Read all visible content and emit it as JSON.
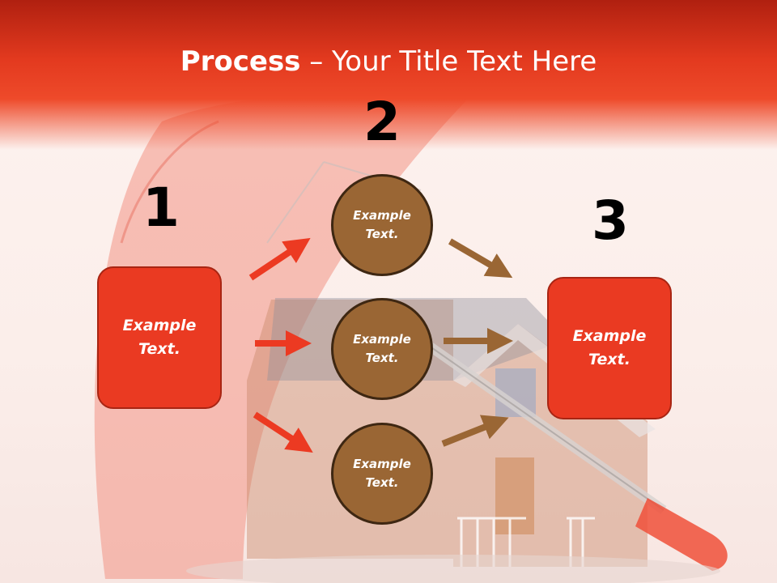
{
  "title": {
    "bold": "Process",
    "rest": " – Your Title Text Here"
  },
  "steps": {
    "n1": "1",
    "n2": "2",
    "n3": "3",
    "box_left": "Example Text.",
    "box_right": "Example Text.",
    "circle_top": "Example Text.",
    "circle_mid": "Example Text.",
    "circle_bot": "Example Text."
  },
  "colors": {
    "header": "#e33a1f",
    "box_fill": "#ea3a22",
    "circle_fill": "#9a6634",
    "arrow_red": "#ec3a22",
    "arrow_brown": "#9a6634"
  }
}
